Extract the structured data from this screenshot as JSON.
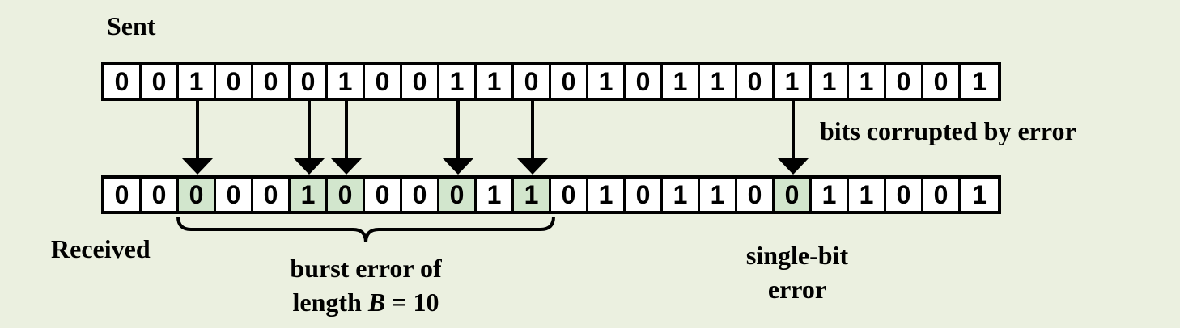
{
  "labels": {
    "sent": "Sent",
    "received": "Received",
    "bits_corrupted": "bits corrupted by error",
    "burst_line1": "burst error of",
    "burst_line2_prefix": "length ",
    "burst_var": "B",
    "burst_line2_suffix": " = 10",
    "single_line1": "single-bit",
    "single_line2": "error"
  },
  "sent_bits": [
    "0",
    "0",
    "1",
    "0",
    "0",
    "0",
    "1",
    "0",
    "0",
    "1",
    "1",
    "0",
    "0",
    "1",
    "0",
    "1",
    "1",
    "0",
    "1",
    "1",
    "1",
    "0",
    "0",
    "1"
  ],
  "received_bits": [
    "0",
    "0",
    "0",
    "0",
    "0",
    "1",
    "0",
    "0",
    "0",
    "0",
    "1",
    "1",
    "0",
    "1",
    "0",
    "1",
    "1",
    "0",
    "0",
    "1",
    "1",
    "0",
    "0",
    "1"
  ],
  "corrupted_positions": [
    2,
    5,
    6,
    9,
    11,
    18
  ],
  "colors": {
    "background": "#ebf0e0",
    "error_cell": "#d2e6cd",
    "cell": "#ffffff",
    "stroke": "#000000"
  }
}
